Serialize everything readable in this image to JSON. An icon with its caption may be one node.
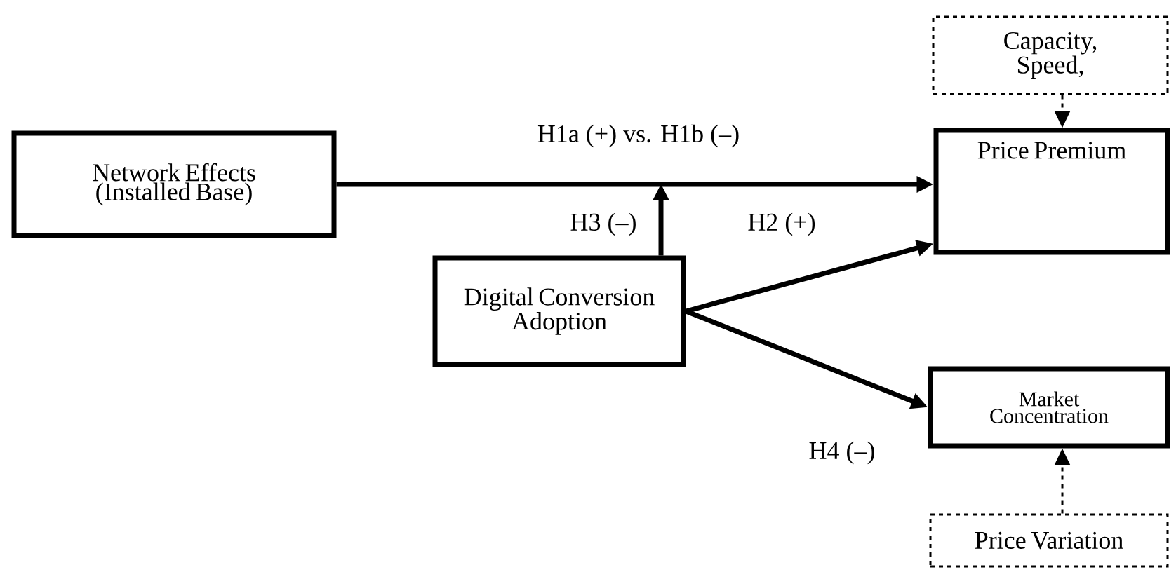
{
  "diagram": {
    "nodes": [
      {
        "text": [
          "Network Effects (Installed Base)"
        ]
      },
      {
        "text": [
          "Capacity, Speed,"
        ]
      },
      {
        "text": [
          "Price Premium"
        ]
      },
      {
        "text": [
          "Digital Conversion Adoption"
        ]
      },
      {
        "text": [
          "Market Concentration"
        ]
      },
      {
        "text": [
          "Price Variation"
        ]
      }
    ],
    "edges": [
      {
        "from": 0,
        "to": 2,
        "arrow": "to",
        "label": "H1a (+) vs. H1b (–)"
      },
      {
        "from": 3,
        "to": null,
        "arrow": "to",
        "label": "H3 (–)"
      },
      {
        "from": 3,
        "to": 2,
        "arrow": "to",
        "label": "H2 (+)"
      },
      {
        "from": 3,
        "to": 4,
        "arrow": "to",
        "label": "H4 (–)"
      },
      {
        "from": 1,
        "to": 2,
        "arrow": "to",
        "style": "dashed"
      },
      {
        "from": 5,
        "to": 4,
        "arrow": "to",
        "style": "dashed"
      }
    ]
  }
}
